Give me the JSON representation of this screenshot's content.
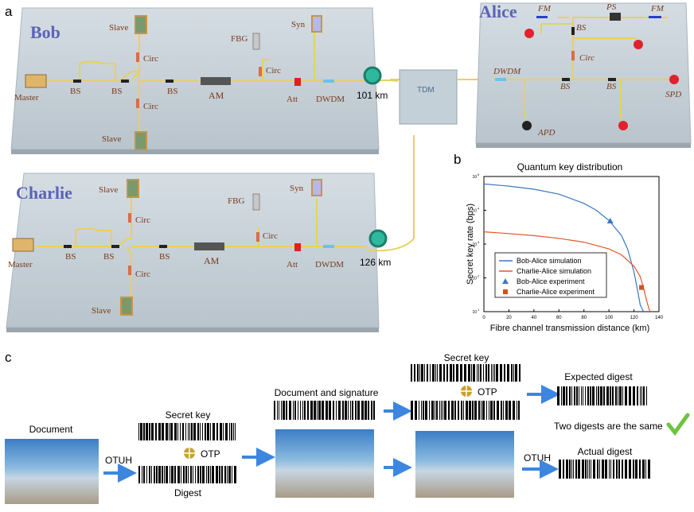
{
  "panels": {
    "a": "a",
    "b": "b",
    "c": "c"
  },
  "bob": {
    "name": "Bob",
    "labels": {
      "master": "Master",
      "bs1": "BS",
      "bs2": "BS",
      "bs3": "BS",
      "slave_top": "Slave",
      "slave_bottom": "Slave",
      "circ1": "Circ",
      "circ2": "Circ",
      "circ3": "Circ",
      "fbg": "FBG",
      "am": "AM",
      "att": "Att",
      "syn": "Syn",
      "dwdm": "DWDM"
    },
    "distance": "101 km"
  },
  "charlie": {
    "name": "Charlie",
    "labels": {
      "master": "Master",
      "bs1": "BS",
      "bs2": "BS",
      "bs3": "BS",
      "slave_top": "Slave",
      "slave_bottom": "Slave",
      "circ1": "Circ",
      "circ2": "Circ",
      "circ3": "Circ",
      "fbg": "FBG",
      "am": "AM",
      "att": "Att",
      "syn": "Syn",
      "dwdm": "DWDM"
    },
    "distance": "126 km"
  },
  "tdm": "TDM",
  "alice": {
    "name": "Alice",
    "labels": {
      "fm1": "FM",
      "ps": "PS",
      "fm2": "FM",
      "bs1": "BS",
      "circ": "Circ",
      "dwdm": "DWDM",
      "bs2": "BS",
      "bs3": "BS",
      "spd": "SPD",
      "apd": "APD"
    }
  },
  "chart_data": {
    "type": "line",
    "title": "Quantum key distribution",
    "xlabel": "Fibre channel transmission distance (km)",
    "ylabel": "Secret key rate (bps)",
    "xlim": [
      0,
      140
    ],
    "ylim_log10": [
      1,
      5
    ],
    "yscale": "log",
    "x_ticks": [
      "0",
      "20",
      "40",
      "60",
      "80",
      "100",
      "120",
      "140"
    ],
    "y_ticks": [
      "10",
      "10",
      "10",
      "10",
      "10"
    ],
    "y_tick_exps": [
      "1",
      "2",
      "3",
      "4",
      "5"
    ],
    "grid": false,
    "legend_position": "lower-right",
    "series": [
      {
        "name": "Bob-Alice simulation",
        "kind": "line",
        "color": "#3a78c2",
        "x": [
          0,
          20,
          40,
          60,
          80,
          90,
          100,
          110,
          115,
          120,
          123,
          125,
          127,
          128
        ],
        "y": [
          60000,
          52000,
          42000,
          30000,
          16000,
          10000,
          5000,
          1800,
          700,
          150,
          40,
          16,
          11,
          10
        ]
      },
      {
        "name": "Charlie-Alice simulation",
        "kind": "line",
        "color": "#e0582a",
        "x": [
          0,
          20,
          40,
          60,
          80,
          100,
          110,
          120,
          125,
          128,
          130,
          132,
          133
        ],
        "y": [
          2300,
          2050,
          1780,
          1480,
          1140,
          720,
          480,
          220,
          110,
          45,
          22,
          12,
          10
        ]
      },
      {
        "name": "Bob-Alice experiment",
        "kind": "marker-triangle",
        "color": "#3a78c2",
        "x": [
          101
        ],
        "y": [
          4800
        ]
      },
      {
        "name": "Charlie-Alice experiment",
        "kind": "marker-square",
        "color": "#d9501f",
        "x": [
          126
        ],
        "y": [
          52
        ]
      }
    ]
  },
  "process": {
    "document": "Document",
    "secret_key1": "Secret key",
    "otp1": "OTP",
    "digest": "Digest",
    "otuh1": "OTUH",
    "doc_sig": "Document and signature",
    "secret_key2": "Secret key",
    "otp2": "OTP",
    "expected": "Expected digest",
    "same": "Two digests are the same",
    "otuh2": "OTUH",
    "actual": "Actual digest"
  },
  "colors": {
    "fibre": "#e8d15a",
    "table": "#c9d3db",
    "label": "#7a3b1a",
    "team": "#5b63b8",
    "arrow": "#3d86df",
    "check": "#6cc43f"
  }
}
